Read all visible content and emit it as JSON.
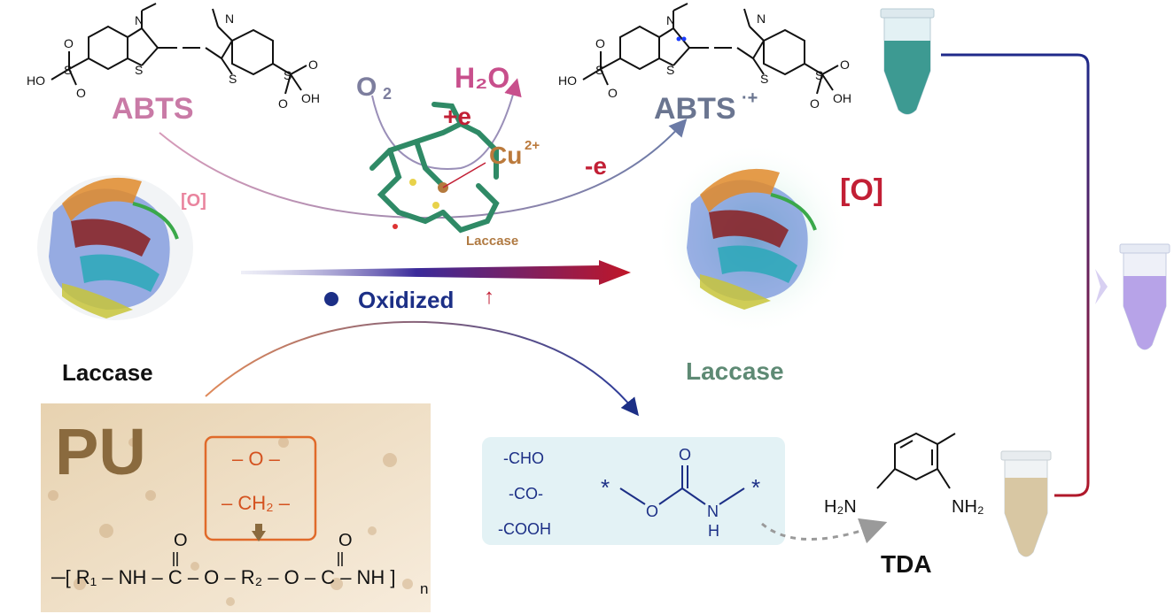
{
  "abts": {
    "label": "ABTS",
    "radical_label": "ABTS",
    "radical_sup": "·+",
    "atoms": {
      "n": "N",
      "s": "S",
      "o": "O",
      "oh": "OH",
      "ho": "HO"
    }
  },
  "reaction": {
    "o2": "O",
    "o2_sub": "2",
    "h2o": "H₂O",
    "plus_e": "+e",
    "minus_e": "-e",
    "cu": "Cu",
    "cu_sup": "2+",
    "site_label": "Laccase"
  },
  "laccase": {
    "left_label": "Laccase",
    "right_label": "Laccase",
    "left_oxygen": "[O]",
    "right_oxygen": "[O]"
  },
  "arrow": {
    "label": "Oxidized",
    "symbol": "↑"
  },
  "pu": {
    "label": "PU",
    "highlight_o": "– O –",
    "highlight_ch2": "– CH₂ –",
    "formula": "─[ R₁ – NH – C – O – R₂ – O – C – NH ]",
    "formula_n": "n",
    "carbonyl_o": "O"
  },
  "products": {
    "groups": [
      "-CHO",
      "-CO-",
      "-COOH"
    ],
    "carbamate": {
      "star": "*",
      "o": "O",
      "n": "N",
      "h": "H"
    }
  },
  "tda": {
    "label": "TDA",
    "h2n": "H₂N",
    "nh2": "NH₂"
  },
  "colors": {
    "abts": "#c97aa6",
    "accent_red": "#c21f35",
    "navy": "#1c2f86",
    "teal_laccase": "#5e8a74",
    "pu_orange": "#d4521f",
    "tube_teal": "#3d9a92",
    "tube_purple": "#b7a3e8",
    "tube_beige": "#d8c7a3"
  }
}
